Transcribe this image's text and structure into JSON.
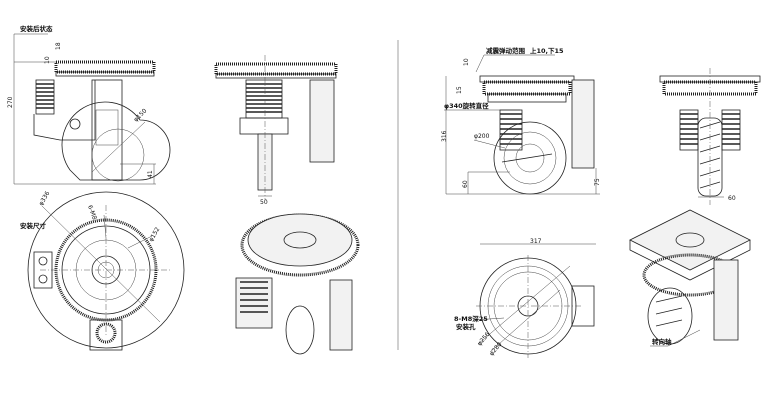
{
  "left_drawing": {
    "side_view": {
      "install_state_label": "安装后状态",
      "dim_top_gap": "10",
      "dim_top_offset": "18",
      "dim_height": "270",
      "dim_wheel_diameter": "φ150",
      "dim_axle_height": "41"
    },
    "front_view": {
      "dim_width": "50"
    },
    "top_view": {
      "install_size_label": "安装尺寸",
      "dim_outer_diameter": "φ336",
      "dim_bolts": "6-M8",
      "dim_bolt_circle": "φ152"
    }
  },
  "right_drawing": {
    "side_view": {
      "suspension_range_label": "减震弹动范围",
      "suspension_range_value": "上10,下15",
      "dim_top_gap": "10",
      "dim_offset": "15",
      "rotation_diameter_label": "φ340旋转直径",
      "dim_height": "316",
      "dim_wheel_diameter": "φ200",
      "dim_axle_height": "60",
      "dim_motor_clearance": "75"
    },
    "front_view": {
      "dim_wheel_width": "60"
    },
    "top_view": {
      "dim_width": "317",
      "mount_holes_spec": "8-M8深25",
      "mount_holes_label": "安装孔",
      "dim_inner_diameter": "φ256",
      "dim_outer_diameter": "φ280"
    },
    "iso_view": {
      "steering_axis_label": "转向轴"
    }
  }
}
